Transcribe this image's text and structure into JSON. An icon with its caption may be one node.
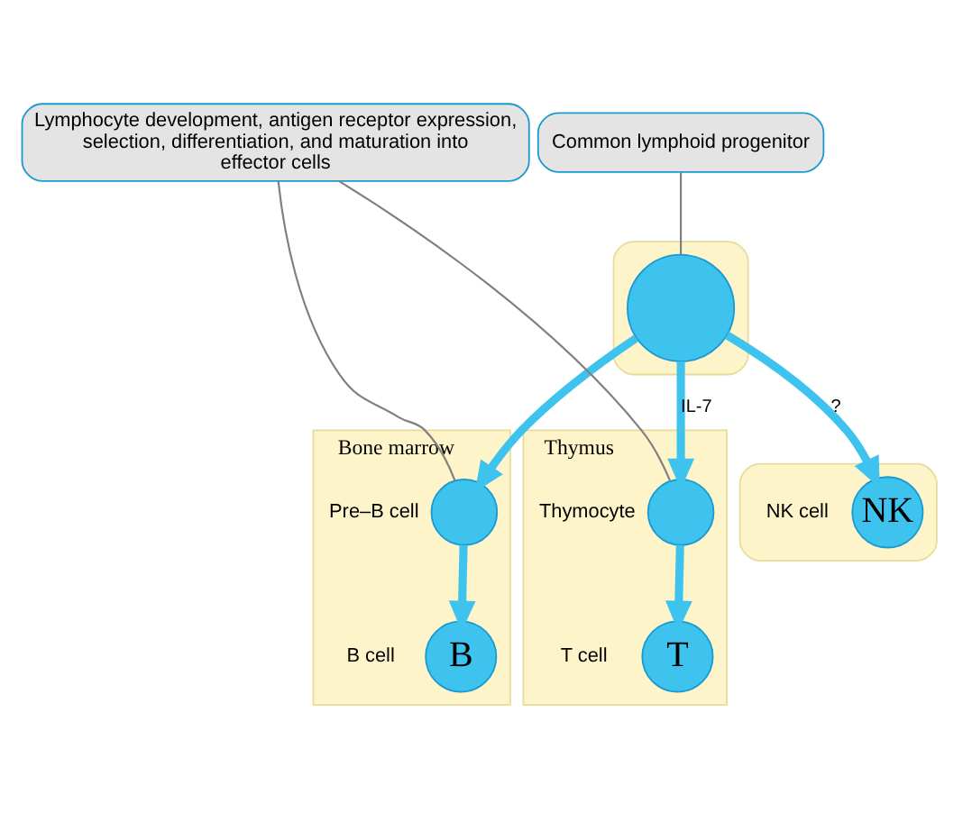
{
  "diagram": {
    "nodes": [
      {
        "text": [],
        "shape": "box"
      },
      {
        "text": [],
        "shape": "circle",
        "in": 0
      },
      {
        "text": [
          "Common lymphoid progenitor"
        ]
      },
      {
        "text": [],
        "shape": "box"
      },
      {
        "text": [
          "NK"
        ],
        "beside": [
          "NK cell"
        ],
        "in": 3
      },
      {
        "text": [
          "Bone marrow"
        ]
      },
      {
        "text": [],
        "shape": "circle",
        "beside": [
          "Pre–B cell"
        ],
        "in": 5
      },
      {
        "text": [
          "B"
        ],
        "beside": [
          "B cell"
        ],
        "in": 5
      },
      {
        "text": [
          "Thymus"
        ]
      },
      {
        "text": [],
        "shape": "circle",
        "beside": [
          "Thymocyte"
        ],
        "in": 8
      },
      {
        "text": [
          "T"
        ],
        "beside": [
          "T cell"
        ],
        "in": 8
      },
      {
        "text": [
          "Lymphocyte development, antigen receptor expression, selection, differentiation, and maturation into effector cells"
        ]
      }
    ],
    "edges": [
      {
        "from": 2,
        "to": 1,
        "arrow": "none",
        "color": "#808080"
      },
      {
        "from": 1,
        "to": 4,
        "arrow": "to",
        "label": "?"
      },
      {
        "from": 1,
        "to": 6,
        "arrow": "to"
      },
      {
        "from": 1,
        "to": 9,
        "arrow": "to",
        "label": "IL-7"
      },
      {
        "from": 6,
        "to": 7,
        "arrow": "to"
      },
      {
        "from": 9,
        "to": 10,
        "arrow": "to"
      },
      {
        "from": 11,
        "to": 6,
        "arrow": "none",
        "color": "#808080"
      },
      {
        "from": 11,
        "to": 9,
        "arrow": "none",
        "color": "#808080"
      }
    ]
  }
}
